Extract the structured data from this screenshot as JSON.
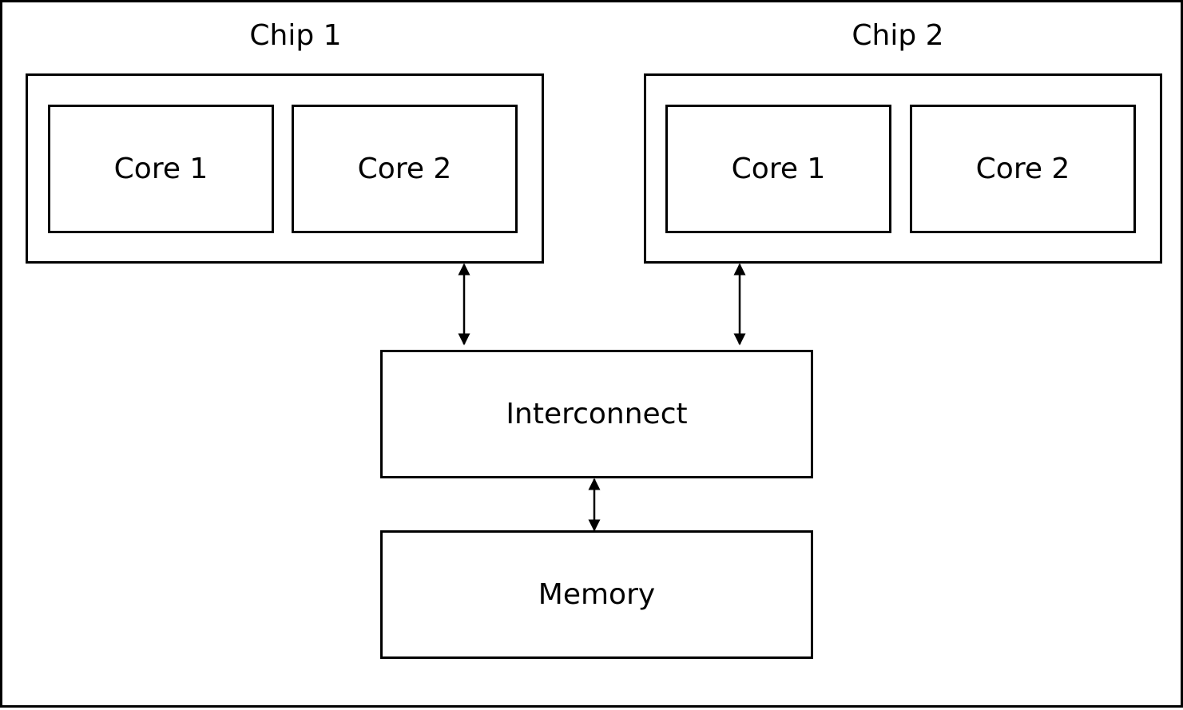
{
  "chips": [
    {
      "title": "Chip 1",
      "cores": [
        "Core 1",
        "Core 2"
      ]
    },
    {
      "title": "Chip 2",
      "cores": [
        "Core 1",
        "Core 2"
      ]
    }
  ],
  "interconnect": {
    "label": "Interconnect"
  },
  "memory": {
    "label": "Memory"
  },
  "colors": {
    "stroke": "#000000",
    "background": "#ffffff"
  }
}
